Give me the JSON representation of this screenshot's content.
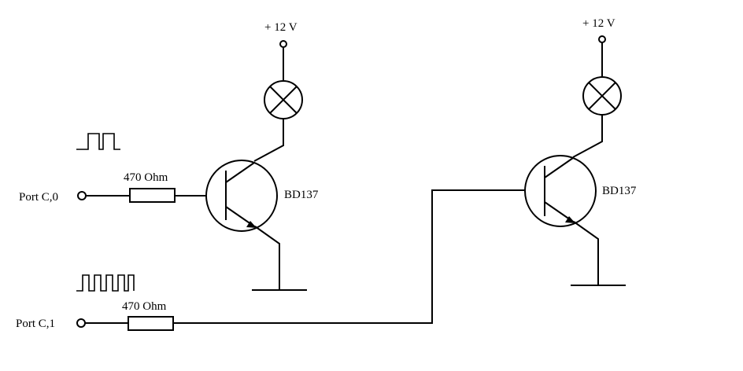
{
  "diagram": {
    "supply_left": "+ 12 V",
    "supply_right": "+ 12 V",
    "transistor_left": "BD137",
    "transistor_right": "BD137",
    "resistor_top": "470 Ohm",
    "resistor_bottom": "470 Ohm",
    "port_top": "Port C,0",
    "port_bottom": "Port C,1"
  }
}
